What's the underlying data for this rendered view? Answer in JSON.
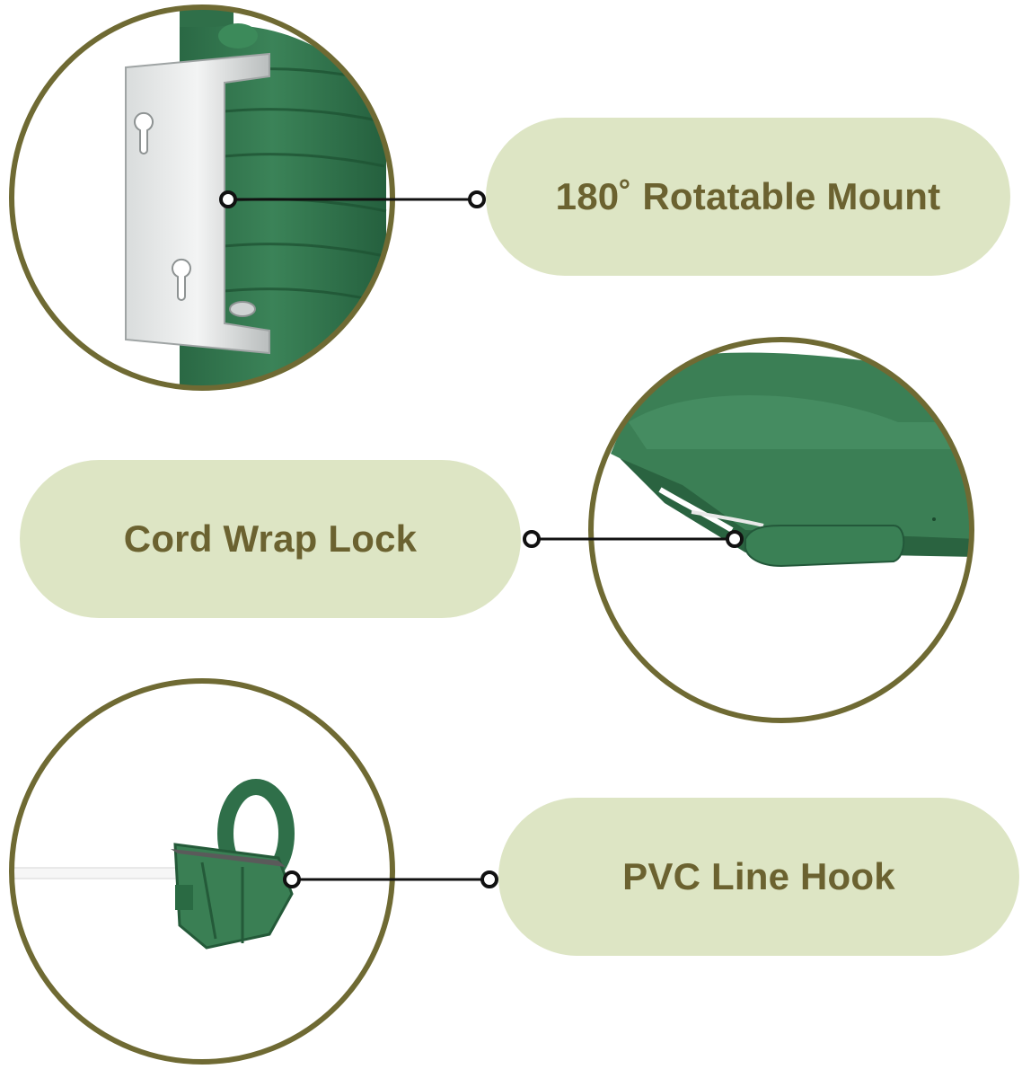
{
  "features": [
    {
      "label": "180˚ Rotatable Mount",
      "icon": "rotatable-mount-photo"
    },
    {
      "label": "Cord Wrap Lock",
      "icon": "cord-wrap-lock-photo"
    },
    {
      "label": "PVC Line Hook",
      "icon": "pvc-line-hook-photo"
    }
  ],
  "colors": {
    "circle_border": "#6f6a33",
    "pill_background": "#dde5c4",
    "label_text": "#6b6230",
    "product_green": "#2f6f49",
    "connector": "#111111"
  }
}
